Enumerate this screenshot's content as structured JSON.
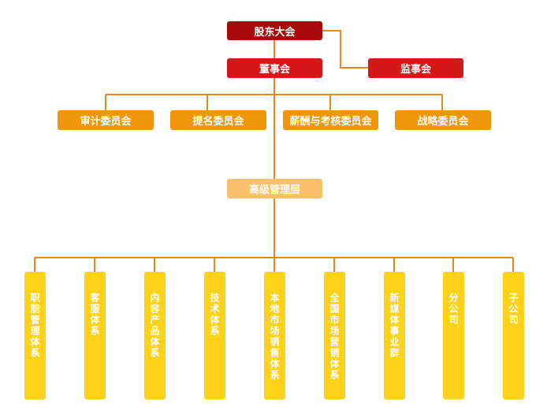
{
  "colors": {
    "line": "#E6871E",
    "top": "#A80A0A",
    "board": "#D41717",
    "committee": "#F0960A",
    "management": "#FBC06C",
    "department": "#FFD21A"
  },
  "top": {
    "label": "股东大会"
  },
  "board": {
    "label": "董事会"
  },
  "supervisory": {
    "label": "监事会"
  },
  "committees": [
    {
      "label": "审计委员会"
    },
    {
      "label": "提名委员会"
    },
    {
      "label": "薪酬与考核委员会"
    },
    {
      "label": "战略委员会"
    }
  ],
  "management": {
    "label": "高级管理层"
  },
  "departments": [
    {
      "label": "职能管理体系"
    },
    {
      "label": "客服体系"
    },
    {
      "label": "内容产品体系"
    },
    {
      "label": "技术体系"
    },
    {
      "label": "本地市场销售体系"
    },
    {
      "label": "全国市场营销体系"
    },
    {
      "label": "新媒体事业群"
    },
    {
      "label": "分公司"
    },
    {
      "label": "子公司"
    }
  ]
}
